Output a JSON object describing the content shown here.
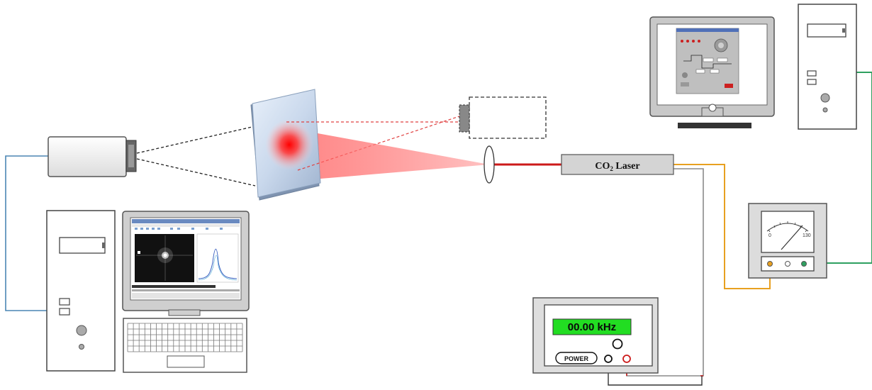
{
  "laser": {
    "label_prefix": "CO",
    "label_sub": "2",
    "label_suffix": " Laser"
  },
  "generator": {
    "display": "00.00 kHz",
    "power_label": "POWER"
  },
  "meter": {
    "scale_min": "0",
    "scale_max": "130"
  },
  "colors": {
    "laser_red": "#cc1a1a",
    "cable_blue": "#4a86b4",
    "cable_orange": "#e8a020",
    "cable_green": "#2ea060",
    "cable_gray": "#8a8a8a",
    "cable_dark": "#333333",
    "display_green": "#22dd22"
  }
}
